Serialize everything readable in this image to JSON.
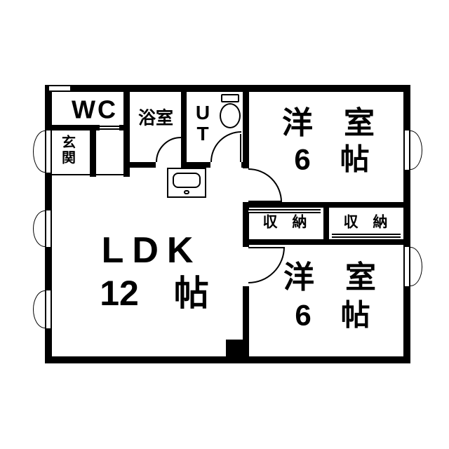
{
  "floorplan": {
    "wc": "WC",
    "genkan": "玄\n関",
    "bathroom": "浴室",
    "utility": "U\nT",
    "bedroom_top": {
      "name": "洋　室",
      "size": "6　帖"
    },
    "closet_left": "収　納",
    "closet_right": "収　納",
    "ldk": {
      "name": "LDK",
      "size": "12　帖"
    },
    "bedroom_bottom": {
      "name": "洋　室",
      "size": "6　帖"
    }
  }
}
